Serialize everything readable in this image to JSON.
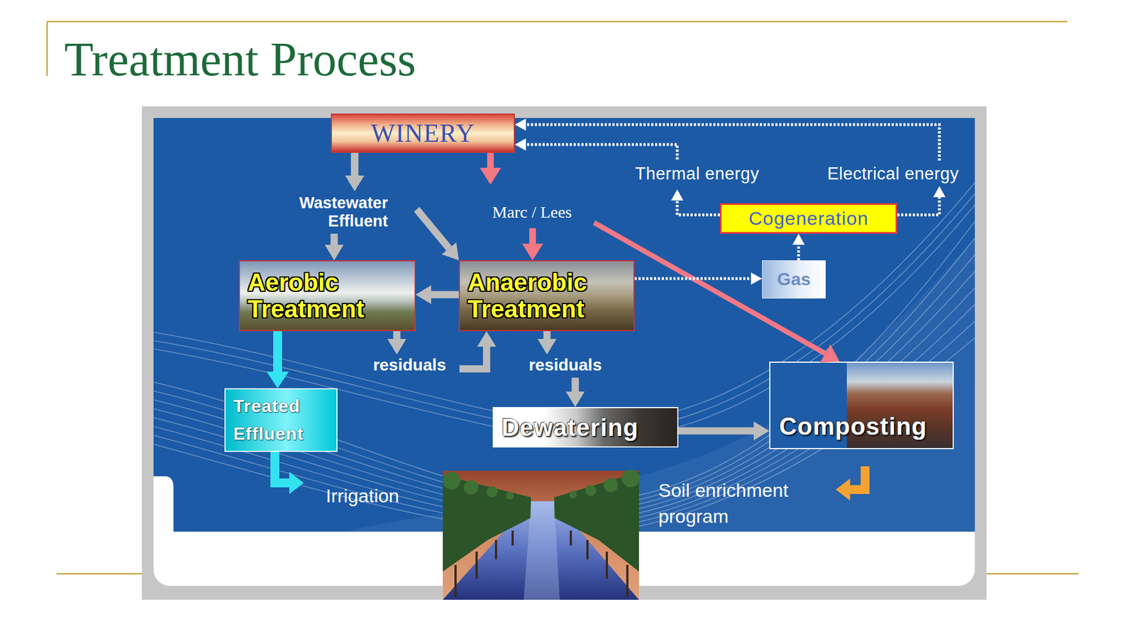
{
  "diagram": {
    "title": "Treatment Process",
    "nodes": [
      {
        "text": [
          "WINERY"
        ]
      },
      {
        "text": [
          "Cogeneration"
        ]
      },
      {
        "text": [
          "Aerobic Treatment"
        ]
      },
      {
        "text": [
          "Anaerobic Treatment"
        ]
      },
      {
        "text": [
          "Gas"
        ]
      },
      {
        "text": [
          "Treated Effluent"
        ]
      },
      {
        "text": [
          "Dewatering"
        ]
      },
      {
        "text": [
          "Composting"
        ]
      }
    ],
    "edges": [
      {
        "from": 0,
        "to": 2,
        "label": "Wastewater Effluent",
        "arrow": "to"
      },
      {
        "from": 0,
        "to": 3,
        "arrow": "to"
      },
      {
        "from": 0,
        "to": 3,
        "label": "Marc / Lees",
        "arrow": "to"
      },
      {
        "from": 0,
        "to": 7,
        "arrow": "to"
      },
      {
        "from": 3,
        "to": 2,
        "arrow": "to"
      },
      {
        "from": 3,
        "to": 4,
        "arrow": "to"
      },
      {
        "from": 4,
        "to": 1,
        "arrow": "to"
      },
      {
        "from": 1,
        "to": 0,
        "label": "Thermal energy",
        "arrow": "to"
      },
      {
        "from": 1,
        "to": 0,
        "label": "Electrical energy",
        "arrow": "to"
      },
      {
        "from": 2,
        "to": 5,
        "arrow": "to"
      },
      {
        "from": 2,
        "to": 3,
        "label": "residuals",
        "arrow": "to"
      },
      {
        "from": 3,
        "to": 6,
        "label": "residuals",
        "arrow": "to"
      },
      {
        "from": 6,
        "to": 7,
        "arrow": "to"
      }
    ],
    "labels": [
      "Irrigation",
      "Soil enrichment program"
    ]
  }
}
